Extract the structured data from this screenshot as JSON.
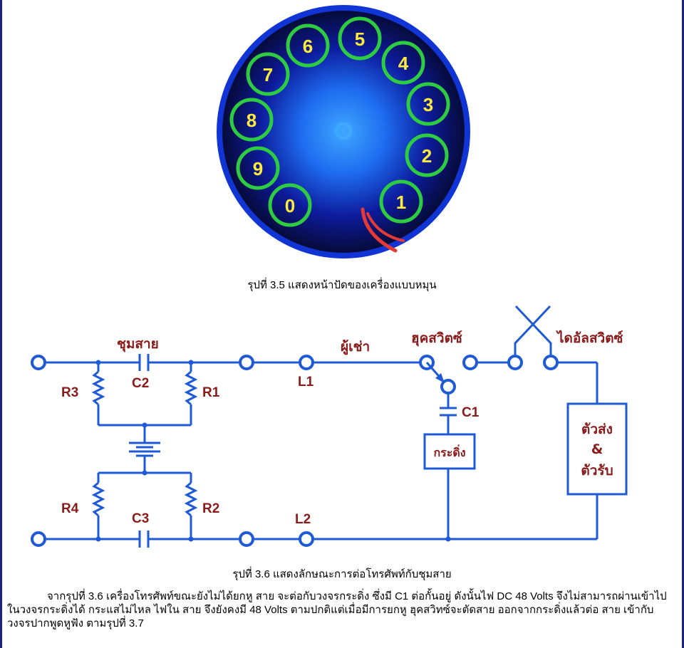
{
  "dial": {
    "digits": [
      "1",
      "2",
      "3",
      "4",
      "5",
      "6",
      "7",
      "8",
      "9",
      "0"
    ],
    "caption": "รุปที่ 3.5 แสดงหน้าปัดของเครื่องแบบหมุน"
  },
  "circuit": {
    "label_hybrid": "ชุมสาย",
    "label_c2": "C2",
    "label_r1": "R1",
    "label_r3": "R3",
    "label_r2": "R2",
    "label_r4": "R4",
    "label_c3": "C3",
    "label_l1": "L1",
    "label_l2": "L2",
    "label_subscriber": "ผู้เช่า",
    "label_hookswitch": "ฮุคสวิตซ์",
    "label_c1": "C1",
    "label_ringer": "กระดิ่ง",
    "label_dialswitch": "ไดอัลสวิตซ์",
    "label_handset_1": "ตัวส่ง",
    "label_handset_2": "&",
    "label_handset_3": "ตัวรับ",
    "caption": "รุปที่ 3.6 แสดงลักษณะการต่อโทรศัพท์กับชุมสาย"
  },
  "paragraph": "จากรุปที่ 3.6 เครื่องโทรศัพท์ขณะยังไม่ได้ยกหู สาย จะต่อกับวงจรกระดิ่ง ซึ่งมี C1 ต่อกั้นอยู่ ดังนั้นไฟ DC 48 Volts จึงไม่สามารถผ่านเข้าไปในวงจรกระดิ่งได้ กระแสไม่ไหล ไฟใน สาย จึงยังคงมี 48 Volts ตามปกติแต่เมื่อมีการยกหู ฮุคสวิทซ์จะตัดสาย ออกจากกระดิ่งแล้วต่อ สาย เข้ากับวงจรปากพูดหูฟัง ตามรุปที่ 3.7",
  "colors": {
    "wire": "#1e5ad6",
    "label": "#8b1a1a",
    "digit": "#ffeb3b",
    "ring": "#2ecc40",
    "stop": "#e53935"
  }
}
